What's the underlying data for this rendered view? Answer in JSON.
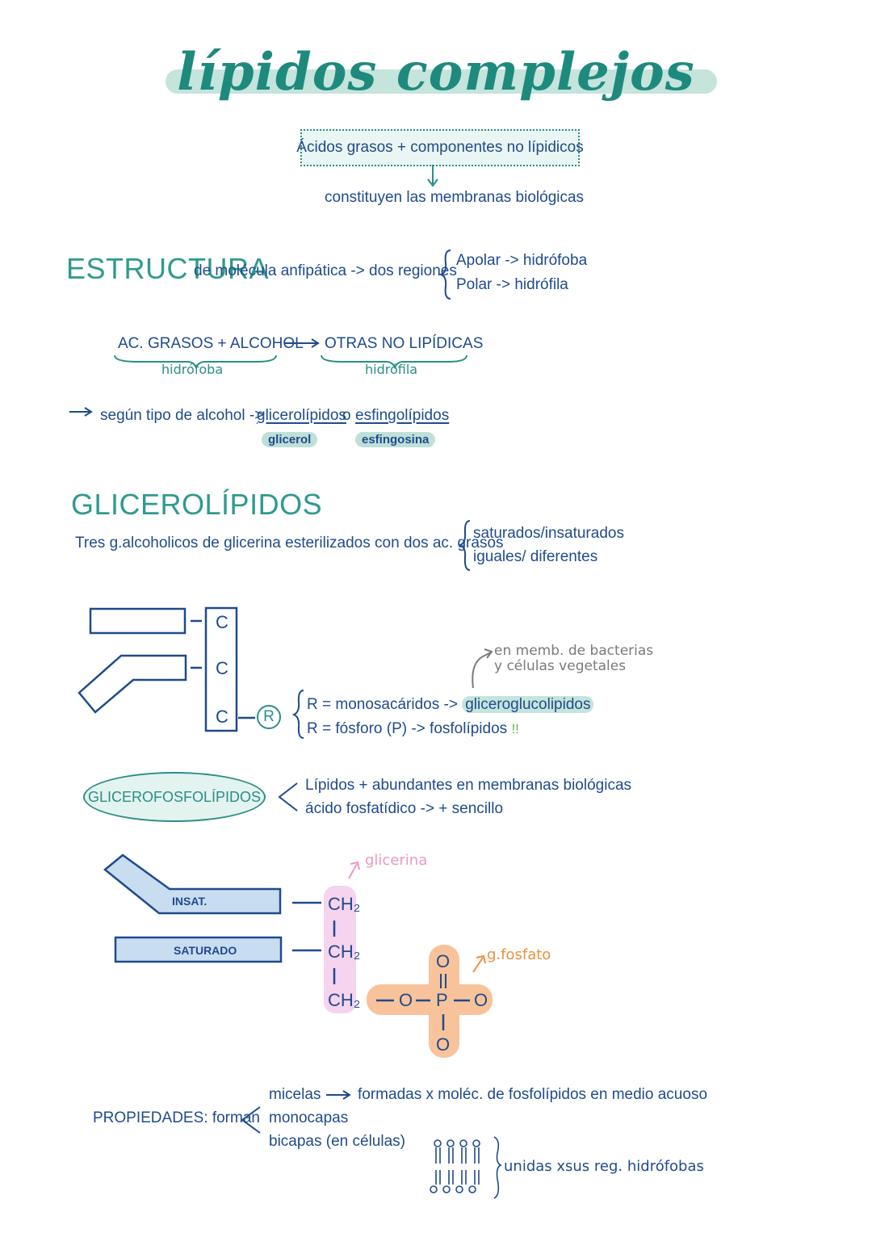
{
  "title": "lípidos complejos",
  "definition": {
    "box": "Ácidos grasos + componentes no lípidicos",
    "result": "constituyen las membranas biológicas"
  },
  "estructura": {
    "heading": "ESTRUCTURA",
    "text": "de molécula anfipática -> dos regiones",
    "regions": [
      "Apolar -> hidrófoba",
      "Polar -> hidrófila"
    ],
    "part1": "AC. GRASOS + ALCOHOL",
    "part1_note": "hidrófoba",
    "part2": "OTRAS NO LIPÍDICAS",
    "part2_note": "hidrófila",
    "alcohol_text": "según tipo de alcohol ->",
    "option1": "glicerolípidos",
    "connector": "o",
    "option2": "esfingolípidos",
    "option1_tag": "glicerol",
    "option2_tag": "esfingosina"
  },
  "glicerolipidos": {
    "heading": "GLICEROLÍPIDOS",
    "text": "Tres g.alcoholicos de glicerina esterilizados con dos ac. grasos",
    "options": [
      "saturados/insaturados",
      "iguales/ diferentes"
    ],
    "carbons": [
      "C",
      "C",
      "C"
    ],
    "r_label": "R",
    "r_options": [
      "R = monosacáridos ->",
      "R = fósforo (P) -> fosfolípidos"
    ],
    "r_option1_result": "gliceroglucolipidos",
    "exclaim": "!!",
    "note_line1": "en memb. de bacterias",
    "note_line2": "y células vegetales"
  },
  "glicerofosfolipidos": {
    "oval": "GLICEROFOSFOLÍPIDOS",
    "points": [
      "Lípidos + abundantes en membranas biológicas",
      "ácido fosfatídico -> + sencillo"
    ],
    "chain1": "INSAT.",
    "chain2": "SATURADO",
    "ch2": "CH₂",
    "glicerina": "glicerina",
    "fosfato": "g.fosfato",
    "o": "O",
    "p": "P"
  },
  "propiedades": {
    "label": "PROPIEDADES: forman",
    "items": [
      "micelas",
      "monocapas",
      "bicapas (en células)"
    ],
    "micelas_desc": "formadas x moléc. de fosfolípidos en medio acuoso",
    "bilayer_note": "unidas xsus reg. hidrófobas"
  },
  "colors": {
    "teal": "#2a8f86",
    "navy": "#1f4b8c",
    "mint": "#c5e4dc",
    "pink": "#f6d3ee",
    "orange": "#f8c39a"
  }
}
